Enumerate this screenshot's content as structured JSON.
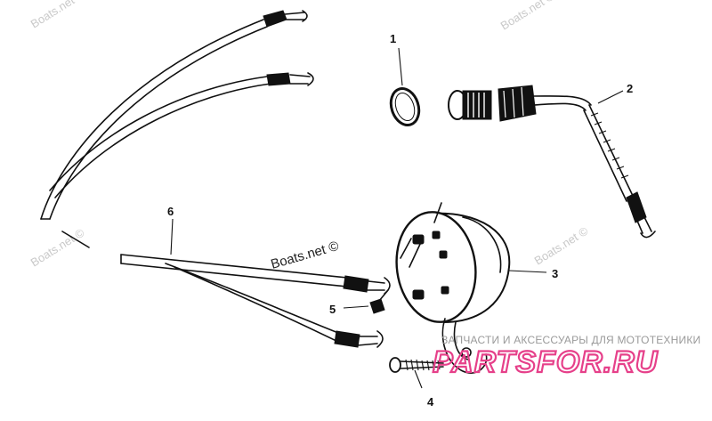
{
  "callouts": [
    {
      "id": "1",
      "label": "1"
    },
    {
      "id": "2",
      "label": "2"
    },
    {
      "id": "3",
      "label": "3"
    },
    {
      "id": "4",
      "label": "4"
    },
    {
      "id": "5",
      "label": "5"
    },
    {
      "id": "6",
      "label": "6"
    }
  ],
  "watermarks": {
    "top_left": "Boats.net ©",
    "top_right": "Boats.net ©",
    "center": "Boats.net ©",
    "mid_left": "Boats.net ©",
    "mid_right": "Boats.net ©"
  },
  "brand": {
    "tagline": "ЗАПЧАСТИ И АКСЕССУАРЫ ДЛЯ МОТОТЕХНИКИ",
    "logo": "PARTSFOR.RU",
    "logo_color": "#e6408a"
  }
}
